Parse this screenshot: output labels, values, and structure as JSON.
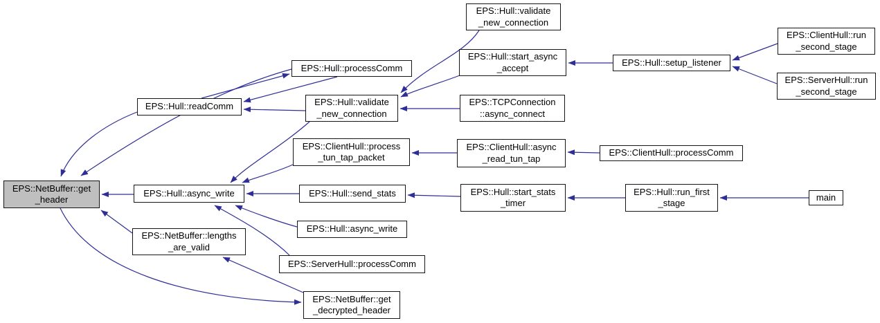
{
  "diagram": {
    "type": "caller-graph",
    "background": "#ffffff",
    "edge_color": "#2e2e96",
    "node_fill": "#ffffff",
    "node_border": "#141414",
    "root_fill": "#bfbfbf",
    "nodes": [
      {
        "id": "get_header",
        "name": "node-netbuffer-get-header",
        "root": true,
        "label_lines": [
          "EPS::NetBuffer::get",
          "_header"
        ]
      },
      {
        "id": "read_comm",
        "name": "node-hull-read-comm",
        "root": false,
        "label_lines": [
          "EPS::Hull::readComm"
        ]
      },
      {
        "id": "process_comm",
        "name": "node-hull-process-comm",
        "root": false,
        "label_lines": [
          "EPS::Hull::processComm"
        ]
      },
      {
        "id": "validate_top",
        "name": "node-hull-validate-new-connection-2",
        "root": false,
        "label_lines": [
          "EPS::Hull::validate",
          "_new_connection"
        ]
      },
      {
        "id": "start_async_accept",
        "name": "node-hull-start-async-accept",
        "root": false,
        "label_lines": [
          "EPS::Hull::start_async",
          "_accept"
        ]
      },
      {
        "id": "validate_mid",
        "name": "node-hull-validate-new-connection",
        "root": false,
        "label_lines": [
          "EPS::Hull::validate",
          "_new_connection"
        ]
      },
      {
        "id": "async_connect",
        "name": "node-tcpconnection-async-connect",
        "root": false,
        "label_lines": [
          "EPS::TCPConnection",
          "::async_connect"
        ]
      },
      {
        "id": "process_tun_tap",
        "name": "node-clienthull-process-tun-tap-packet",
        "root": false,
        "label_lines": [
          "EPS::ClientHull::process",
          "_tun_tap_packet"
        ]
      },
      {
        "id": "async_read_tun_tap",
        "name": "node-clienthull-async-read-tun-tap",
        "root": false,
        "label_lines": [
          "EPS::ClientHull::async",
          "_read_tun_tap"
        ]
      },
      {
        "id": "async_write",
        "name": "node-hull-async-write",
        "root": false,
        "label_lines": [
          "EPS::Hull::async_write"
        ]
      },
      {
        "id": "lengths_are_valid",
        "name": "node-netbuffer-lengths-are-valid",
        "root": false,
        "label_lines": [
          "EPS::NetBuffer::lengths",
          "_are_valid"
        ]
      },
      {
        "id": "send_stats",
        "name": "node-hull-send-stats",
        "root": false,
        "label_lines": [
          "EPS::Hull::send_stats"
        ]
      },
      {
        "id": "start_stats_timer",
        "name": "node-hull-start-stats-timer",
        "root": false,
        "label_lines": [
          "EPS::Hull::start_stats",
          "_timer"
        ]
      },
      {
        "id": "async_write_2",
        "name": "node-hull-async-write-overload",
        "root": false,
        "label_lines": [
          "EPS::Hull::async_write"
        ]
      },
      {
        "id": "serverhull_process_comm",
        "name": "node-serverhull-process-comm",
        "root": false,
        "label_lines": [
          "EPS::ServerHull::processComm"
        ]
      },
      {
        "id": "get_decrypted_header",
        "name": "node-netbuffer-get-decrypted-header",
        "root": false,
        "label_lines": [
          "EPS::NetBuffer::get",
          "_decrypted_header"
        ]
      },
      {
        "id": "setup_listener",
        "name": "node-hull-setup-listener",
        "root": false,
        "label_lines": [
          "EPS::Hull::setup_listener"
        ]
      },
      {
        "id": "client_run_second",
        "name": "node-clienthull-run-second-stage",
        "root": false,
        "label_lines": [
          "EPS::ClientHull::run",
          "_second_stage"
        ]
      },
      {
        "id": "server_run_second",
        "name": "node-serverhull-run-second-stage",
        "root": false,
        "label_lines": [
          "EPS::ServerHull::run",
          "_second_stage"
        ]
      },
      {
        "id": "clienthull_process_comm",
        "name": "node-clienthull-process-comm",
        "root": false,
        "label_lines": [
          "EPS::ClientHull::processComm"
        ]
      },
      {
        "id": "run_first_stage",
        "name": "node-hull-run-first-stage",
        "root": false,
        "label_lines": [
          "EPS::Hull::run_first",
          "_stage"
        ]
      },
      {
        "id": "main",
        "name": "node-main",
        "root": false,
        "label_lines": [
          "main"
        ]
      }
    ],
    "edges": [
      {
        "from": "read_comm",
        "to": "get_header"
      },
      {
        "from": "process_comm",
        "to": "get_header"
      },
      {
        "from": "async_write",
        "to": "get_header"
      },
      {
        "from": "lengths_are_valid",
        "to": "get_header"
      },
      {
        "from": "get_header",
        "to": "get_decrypted_header"
      },
      {
        "from": "get_decrypted_header",
        "to": "lengths_are_valid"
      },
      {
        "from": "process_comm",
        "to": "read_comm"
      },
      {
        "from": "read_comm",
        "to": "process_comm"
      },
      {
        "from": "validate_mid",
        "to": "read_comm"
      },
      {
        "from": "validate_top",
        "to": "validate_mid"
      },
      {
        "from": "start_async_accept",
        "to": "validate_mid"
      },
      {
        "from": "async_connect",
        "to": "validate_mid"
      },
      {
        "from": "setup_listener",
        "to": "start_async_accept"
      },
      {
        "from": "client_run_second",
        "to": "setup_listener"
      },
      {
        "from": "server_run_second",
        "to": "setup_listener"
      },
      {
        "from": "async_read_tun_tap",
        "to": "process_tun_tap"
      },
      {
        "from": "clienthull_process_comm",
        "to": "async_read_tun_tap"
      },
      {
        "from": "validate_mid",
        "to": "async_write"
      },
      {
        "from": "process_tun_tap",
        "to": "async_write"
      },
      {
        "from": "send_stats",
        "to": "async_write"
      },
      {
        "from": "async_write_2",
        "to": "async_write"
      },
      {
        "from": "serverhull_process_comm",
        "to": "async_write"
      },
      {
        "from": "start_stats_timer",
        "to": "send_stats"
      },
      {
        "from": "run_first_stage",
        "to": "start_stats_timer"
      },
      {
        "from": "main",
        "to": "run_first_stage"
      }
    ]
  }
}
